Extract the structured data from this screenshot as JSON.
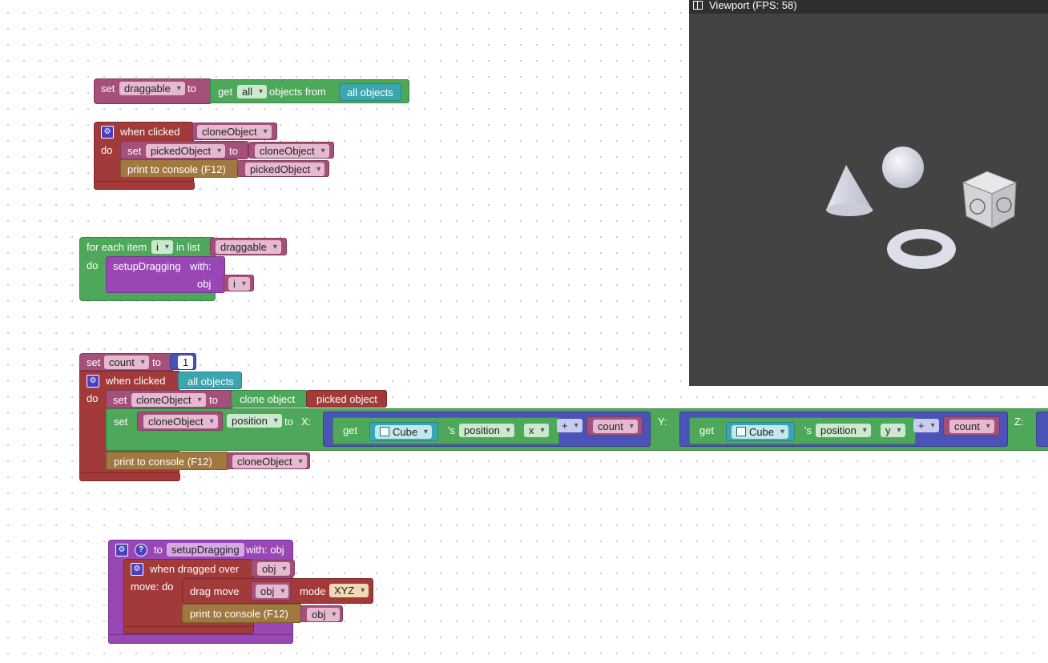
{
  "viewport": {
    "title": "Viewport (FPS: 58)"
  },
  "b1": {
    "set": "set",
    "var": "draggable",
    "to": "to",
    "get": "get",
    "all": "all",
    "objects_from": "objects from",
    "all_objects": "all objects"
  },
  "b2": {
    "when_clicked": "when clicked",
    "target": "cloneObject",
    "do": "do",
    "set": "set",
    "var": "pickedObject",
    "to": "to",
    "value": "cloneObject",
    "print": "print to console (F12)",
    "print_val": "pickedObject"
  },
  "b3": {
    "for_each": "for each item",
    "i": "i",
    "in_list": "in list",
    "list": "draggable",
    "do": "do",
    "call": "setupDragging",
    "with": "with:",
    "obj": "obj",
    "arg": "i"
  },
  "b4": {
    "set": "set",
    "var": "count",
    "to": "to",
    "num": "1",
    "when_clicked": "when clicked",
    "target": "all objects",
    "do": "do",
    "set2": "set",
    "var2": "cloneObject",
    "to2": "to",
    "clone": "clone object",
    "picked": "picked object",
    "set3": "set",
    "var3": "cloneObject",
    "prop": "position",
    "to3": "to",
    "x": "X:",
    "y": "Y:",
    "z": "Z:",
    "get": "get",
    "cube": "Cube",
    "s": "'s",
    "position": "position",
    "ax": "x",
    "ay": "y",
    "plus": "+",
    "count": "count",
    "print": "print to console (F12)",
    "print_val": "cloneObject"
  },
  "b5": {
    "to": "to",
    "func": "setupDragging",
    "with": "with: obj",
    "when_dragged": "when dragged over",
    "target": "obj",
    "move_do": "move: do",
    "drag_move": "drag move",
    "drag_target": "obj",
    "mode": "mode",
    "mode_val": "XYZ",
    "print": "print to console (F12)",
    "print_val": "obj"
  }
}
